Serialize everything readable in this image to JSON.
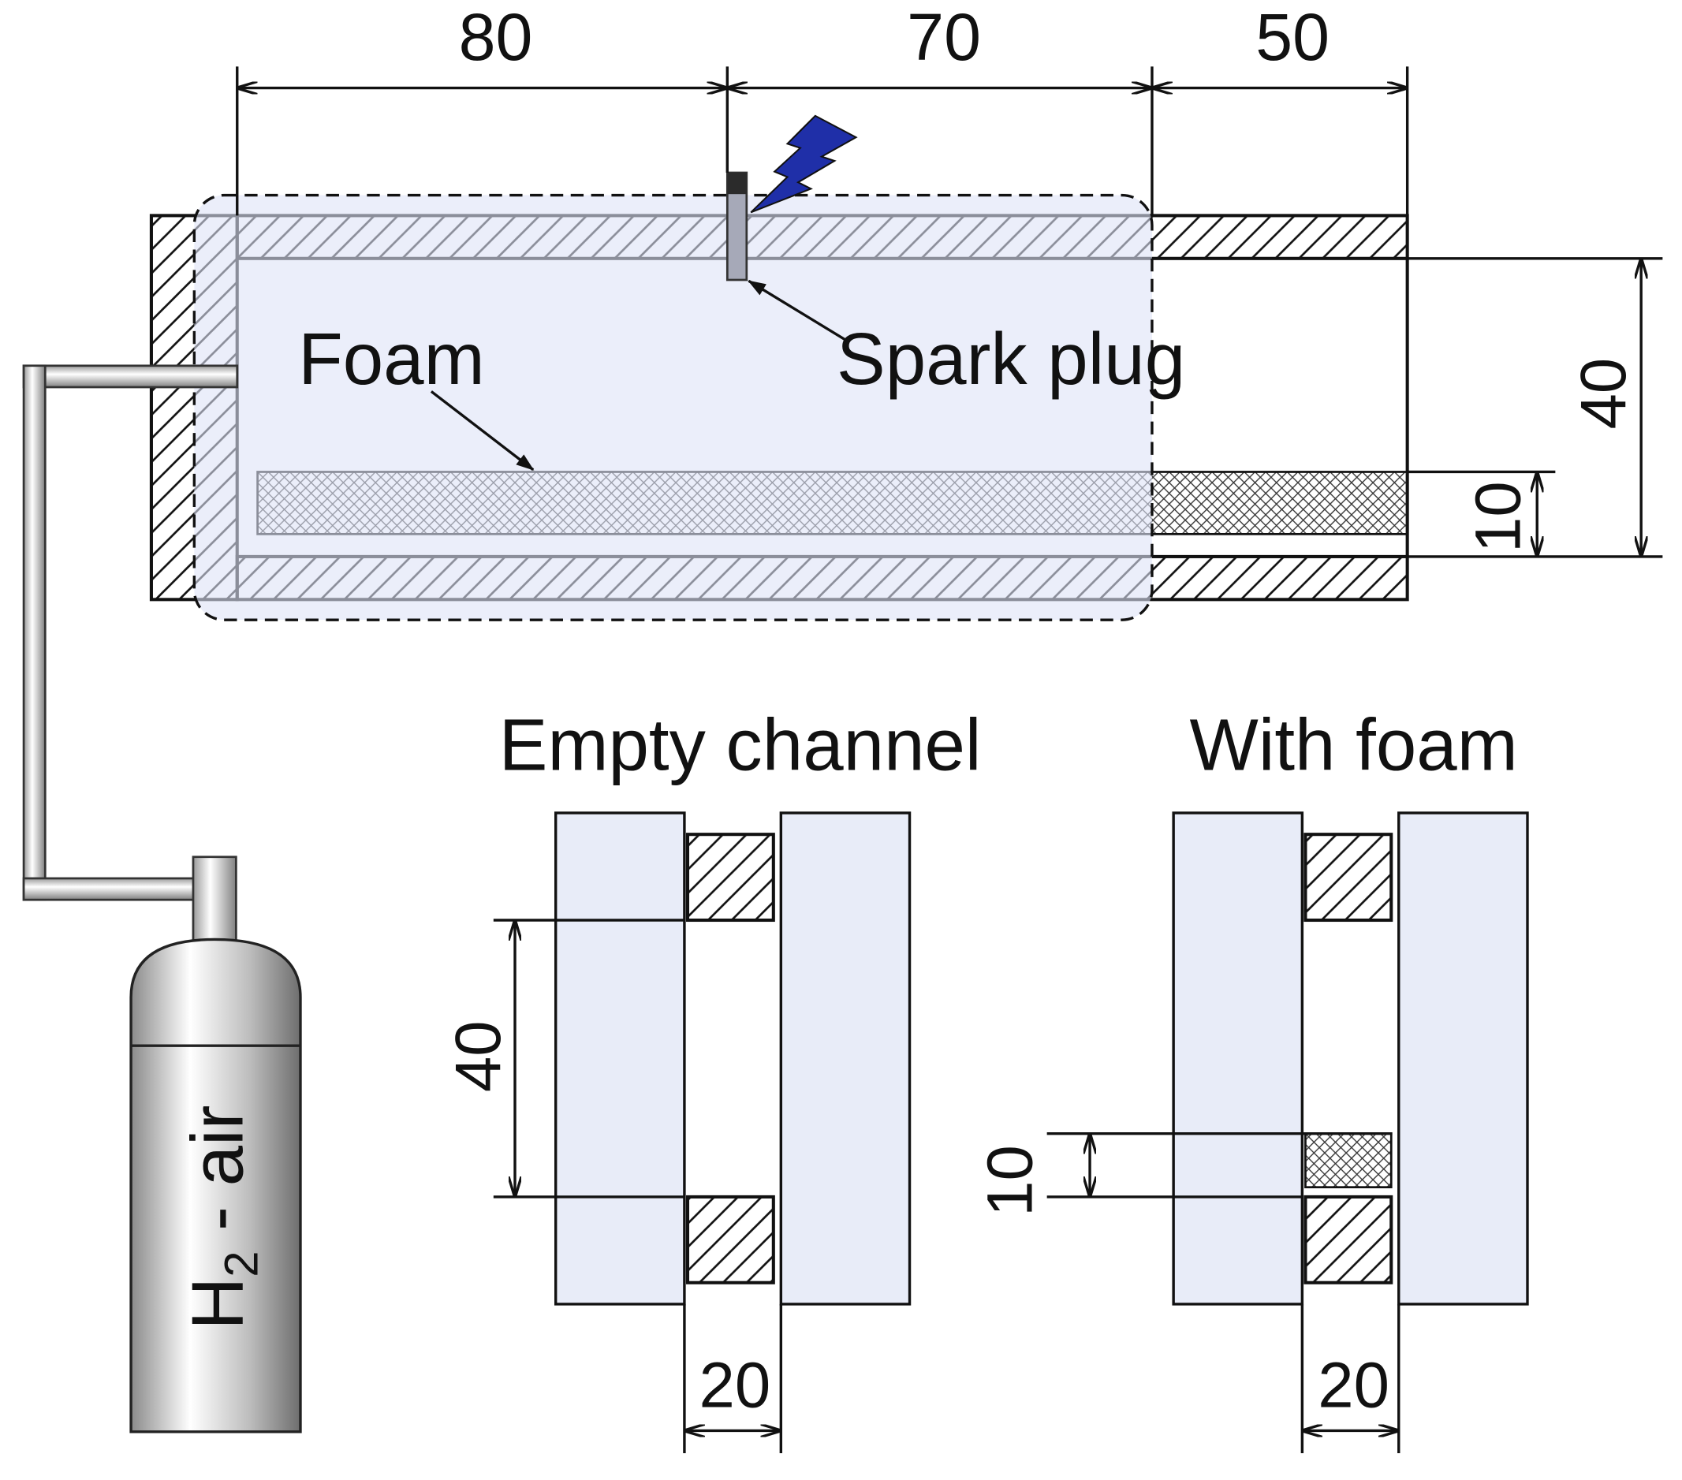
{
  "dimensions": {
    "top_left": "80",
    "top_mid": "70",
    "top_right": "50",
    "side_height": "40",
    "side_foam": "10",
    "empty_height": "40",
    "empty_width": "20",
    "foam_height": "10",
    "foam_width": "20"
  },
  "labels": {
    "foam": "Foam",
    "spark_plug": "Spark plug",
    "empty_channel": "Empty channel",
    "with_foam": "With foam",
    "cylinder_main": "H",
    "cylinder_sub": "2",
    "cylinder_rest": " - air"
  },
  "colors": {
    "chamber_fill": "#e8ecf8",
    "spark": "#1f2fa8",
    "stroke": "#111111"
  },
  "icons": {
    "spark": "lightning-bolt-icon",
    "cylinder": "gas-cylinder-icon"
  }
}
